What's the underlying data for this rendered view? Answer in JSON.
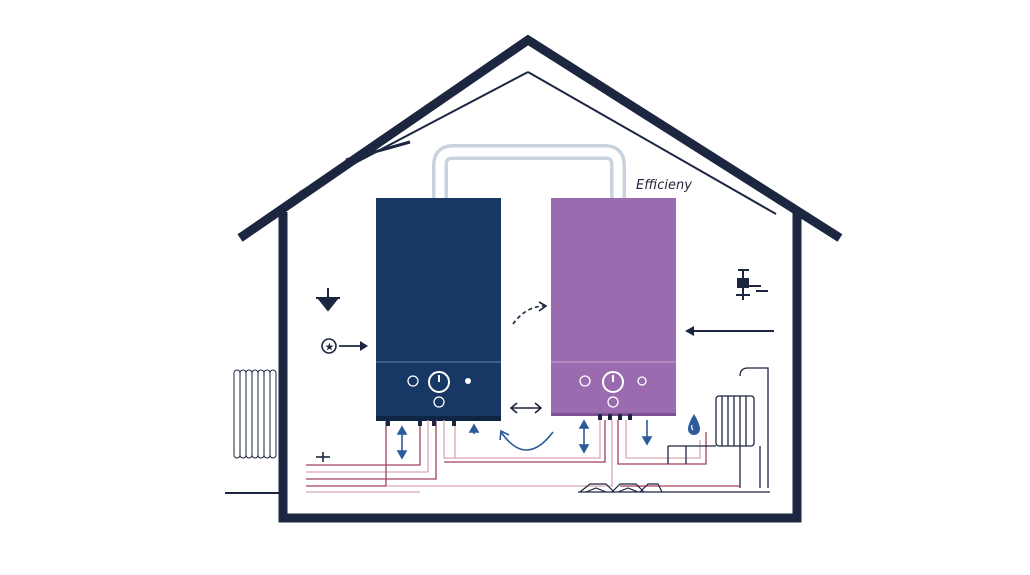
{
  "labels": {
    "efficiency": "Efficieny"
  },
  "colors": {
    "outline": "#1d2640",
    "boiler_left": "#173865",
    "boiler_right": "#9b6bb0",
    "pipe_red": "#a0405a",
    "pipe_pink": "#d9a6b8",
    "accent_blue": "#2c5a9a",
    "flue": "#c9d3e0"
  },
  "icons": [
    "house-outline",
    "flue-pipe",
    "boiler-dark-blue",
    "boiler-purple",
    "radiator-icon",
    "water-tap-icon",
    "water-drop-icon",
    "star-circle-icon",
    "ground-symbol-icon",
    "hot-water-cylinder-icon",
    "circulation-arrows"
  ]
}
